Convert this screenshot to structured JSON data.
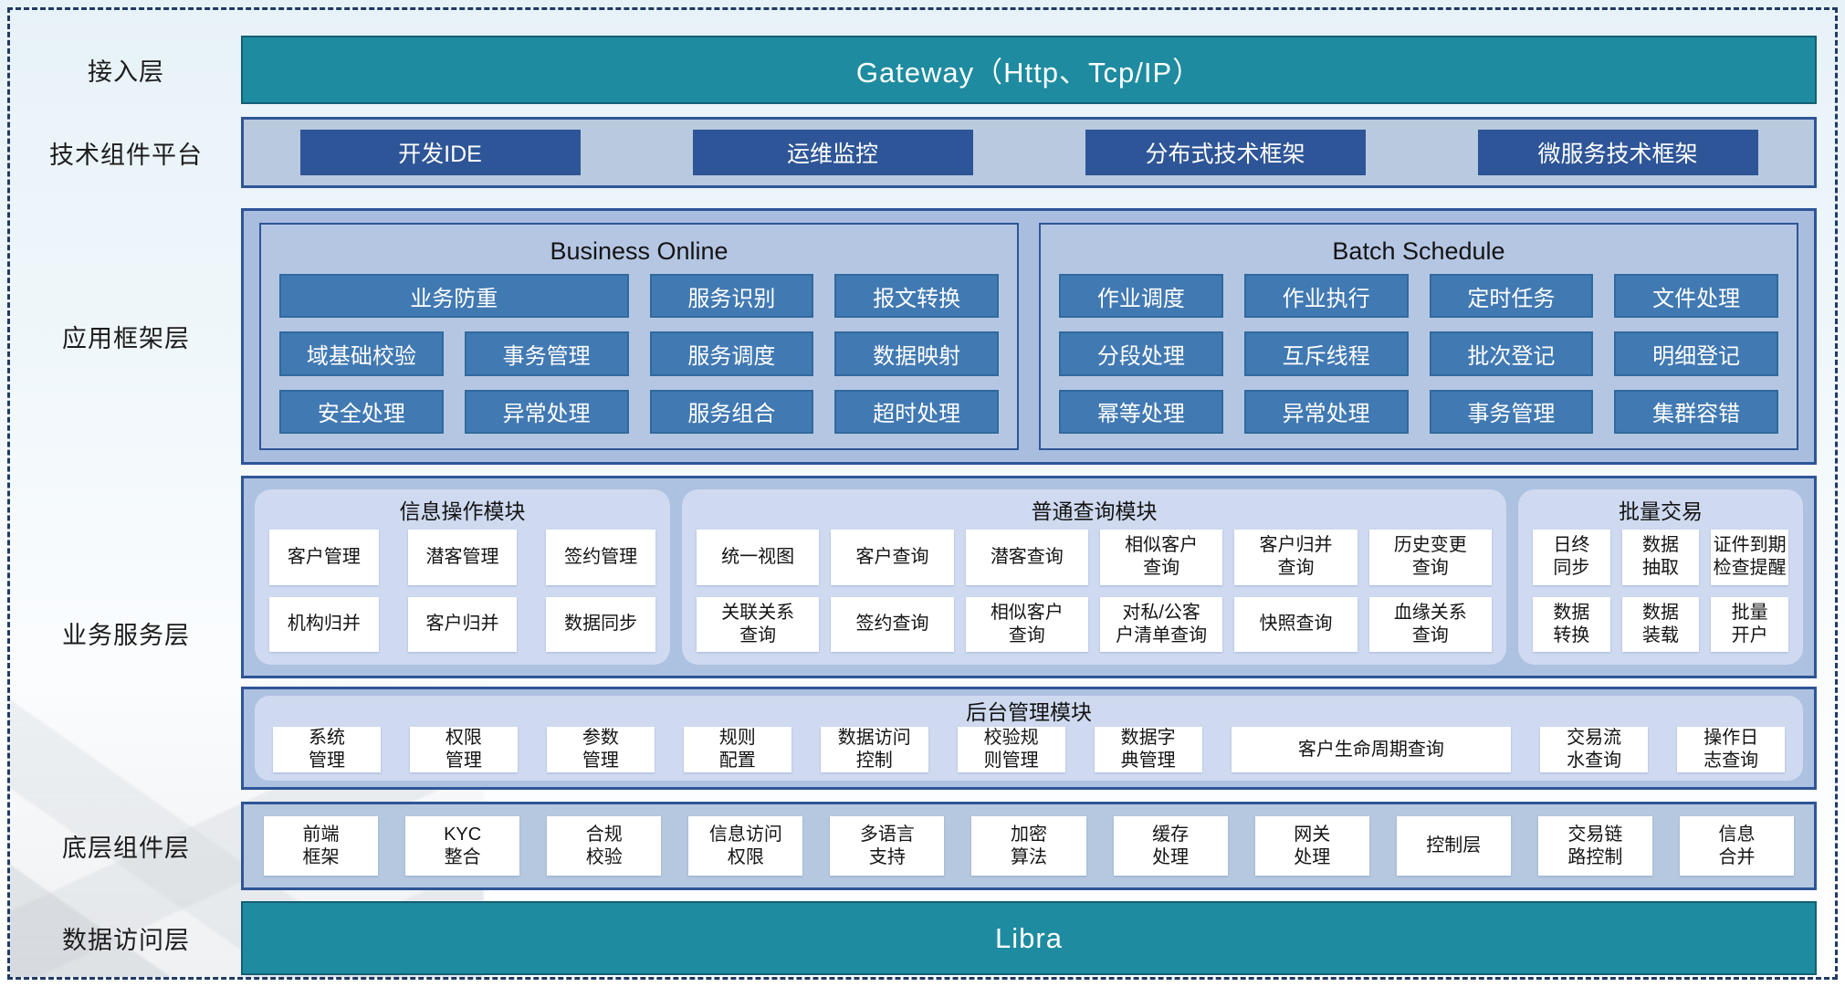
{
  "colors": {
    "teal": "#1e8ba0",
    "navy": "#2e5597",
    "steel_blue": "#4179b3",
    "band_periwinkle": "#adc1e0",
    "panel_light": "#cfdaf0",
    "dashed_border": "#203a64"
  },
  "layer_labels": {
    "access": "接入层",
    "tech_platform": "技术组件平台",
    "app_framework": "应用框架层",
    "business_service": "业务服务层",
    "base_components": "底层组件层",
    "data_access": "数据访问层"
  },
  "access": {
    "gateway": "Gateway（Http、Tcp/IP）"
  },
  "tech_platform": {
    "items": [
      "开发IDE",
      "运维监控",
      "分布式技术框架",
      "微服务技术框架"
    ]
  },
  "app_framework": {
    "business_online": {
      "title": "Business Online",
      "row1_wide": "业务防重",
      "row1": [
        "服务识别",
        "报文转换"
      ],
      "row2": [
        "域基础校验",
        "事务管理",
        "服务调度",
        "数据映射"
      ],
      "row3": [
        "安全处理",
        "异常处理",
        "服务组合",
        "超时处理"
      ]
    },
    "batch_schedule": {
      "title": "Batch Schedule",
      "row1": [
        "作业调度",
        "作业执行",
        "定时任务",
        "文件处理"
      ],
      "row2": [
        "分段处理",
        "互斥线程",
        "批次登记",
        "明细登记"
      ],
      "row3": [
        "幂等处理",
        "异常处理",
        "事务管理",
        "集群容错"
      ]
    }
  },
  "business_service": {
    "info_ops": {
      "title": "信息操作模块",
      "row1": [
        "客户管理",
        "潜客管理",
        "签约管理"
      ],
      "row2": [
        "机构归并",
        "客户归并",
        "数据同步"
      ]
    },
    "query": {
      "title": "普通查询模块",
      "row1": [
        "统一视图",
        "客户查询",
        "潜客查询",
        "相似客户\n查询",
        "客户归并\n查询",
        "历史变更\n查询"
      ],
      "row2": [
        "关联关系\n查询",
        "签约查询",
        "相似客户\n查询",
        "对私/公客\n户清单查询",
        "快照查询",
        "血缘关系\n查询"
      ]
    },
    "batch_trade": {
      "title": "批量交易",
      "row1": [
        "日终\n同步",
        "数据\n抽取",
        "证件到期\n检查提醒"
      ],
      "row2": [
        "数据\n转换",
        "数据\n装载",
        "批量\n开户"
      ]
    },
    "admin": {
      "title": "后台管理模块",
      "items": [
        "系统\n管理",
        "权限\n管理",
        "参数\n管理",
        "规则\n配置",
        "数据访问\n控制",
        "校验规\n则管理",
        "数据字\n典管理",
        "客户生命周期查询",
        "交易流\n水查询",
        "操作日\n志查询"
      ]
    }
  },
  "base_components": {
    "items": [
      "前端\n框架",
      "KYC\n整合",
      "合规\n校验",
      "信息访问\n权限",
      "多语言\n支持",
      "加密\n算法",
      "缓存\n处理",
      "网关\n处理",
      "控制层",
      "交易链\n路控制",
      "信息\n合并"
    ]
  },
  "data_access": {
    "bar": "Libra"
  }
}
